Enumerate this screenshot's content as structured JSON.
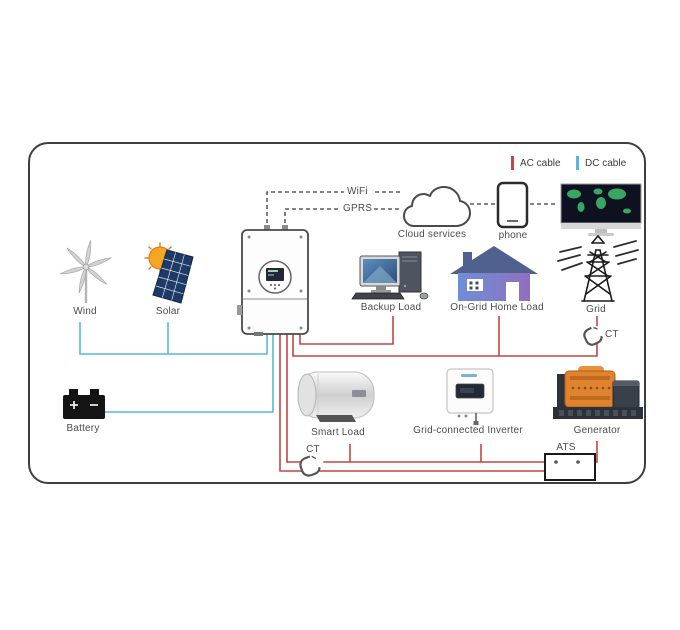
{
  "legend": {
    "ac_label": "AC cable",
    "dc_label": "DC cable",
    "ac_color": "#c14743",
    "dc_color": "#58b7dc"
  },
  "connectivity": {
    "wifi_label": "WiFi",
    "gprs_label": "GPRS",
    "cloud_label": "Cloud services",
    "phone_label": "phone"
  },
  "devices": {
    "wind": {
      "label": "Wind"
    },
    "solar": {
      "label": "Solar"
    },
    "battery": {
      "label": "Battery"
    },
    "backup_load": {
      "label": "Backup Load"
    },
    "on_grid_home_load": {
      "label": "On-Grid Home Load"
    },
    "grid": {
      "label": "Grid"
    },
    "smart_load": {
      "label": "Smart Load"
    },
    "grid_connected_inverter": {
      "label": "Grid-connected Inverter"
    },
    "generator": {
      "label": "Generator"
    }
  },
  "annotations": {
    "ct_grid": "CT",
    "ct_load": "CT",
    "ats": "ATS"
  },
  "colors": {
    "ac_cable": "#c14743",
    "dc_cable": "#58b7dc",
    "signal_line": "#3a3a3a"
  }
}
